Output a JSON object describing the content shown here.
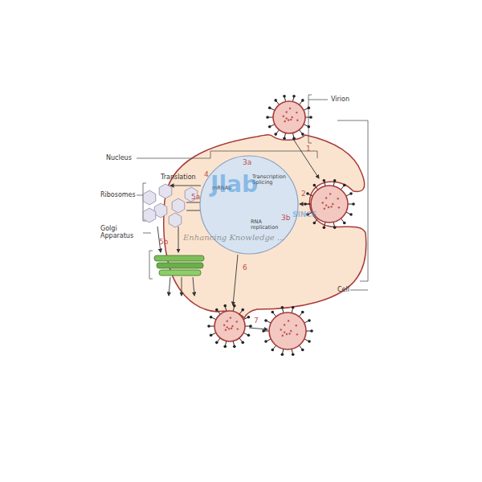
{
  "diagram": {
    "nodes": [
      {
        "text": [
          "Transcription Splicing",
          "mRNAs",
          "RNA replication"
        ]
      }
    ],
    "labels": [
      "Virion",
      "Nucleus",
      "Ribosomes",
      "Golgi Apparatus",
      "Cell",
      "Translation",
      "1",
      "2",
      "3a",
      "3b",
      "4",
      "5a",
      "5b",
      "6",
      "7",
      "Jlab",
      "SINCE",
      "Enhancing Knowledge ..."
    ]
  }
}
